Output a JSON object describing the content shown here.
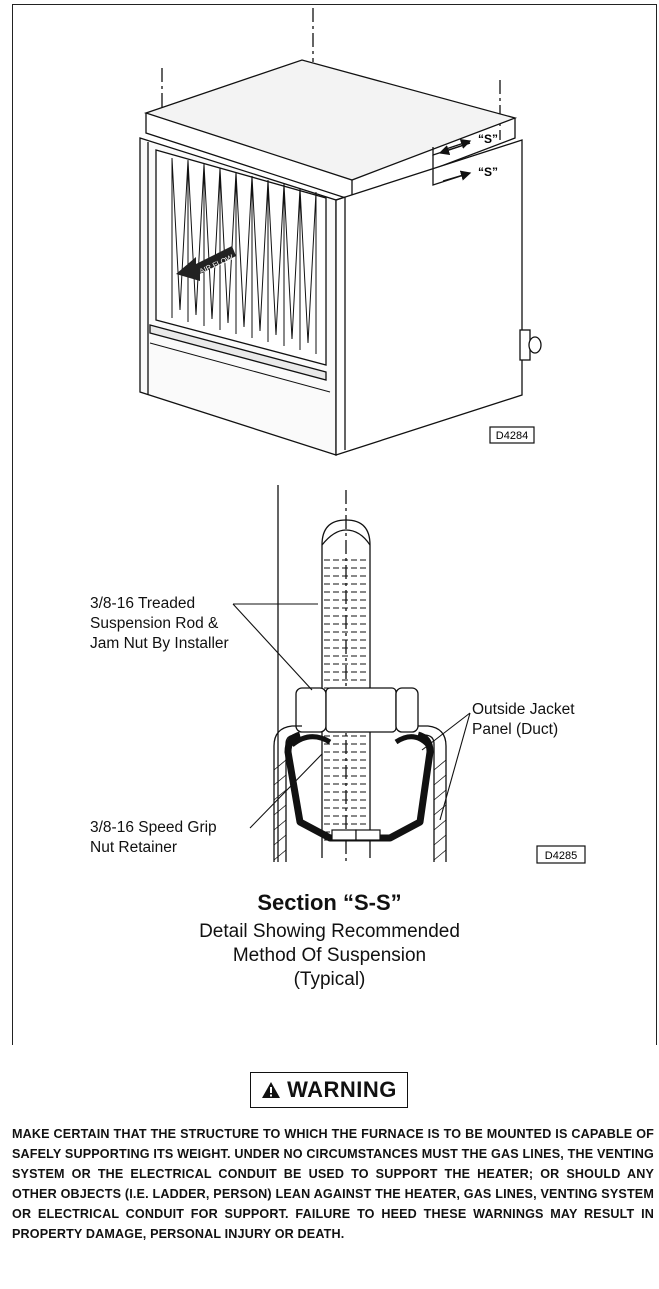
{
  "isometric_view": {
    "airflow_label": "AIR FLOW",
    "section_marker_1": "“S”",
    "section_marker_2": "“S”",
    "drawing_number": "D4284"
  },
  "section_view": {
    "callouts": {
      "rod_line1": "3/8-16 Treaded",
      "rod_line2": "Suspension Rod &",
      "rod_line3": "Jam Nut By Installer",
      "jacket_line1": "Outside Jacket",
      "jacket_line2": "Panel (Duct)",
      "nut_line1": "3/8-16 Speed Grip",
      "nut_line2": "Nut Retainer"
    },
    "drawing_number": "D4285"
  },
  "caption": {
    "title": "Section “S-S”",
    "line1": "Detail Showing Recommended",
    "line2": "Method Of Suspension",
    "line3": "(Typical)"
  },
  "warning": {
    "label": "WARNING",
    "icon": "warning-triangle-icon",
    "text": "MAKE CERTAIN THAT THE STRUCTURE TO WHICH THE FURNACE IS TO BE MOUNTED IS CAPABLE OF SAFELY SUPPORTING ITS WEIGHT. UNDER NO CIRCUMSTANCES MUST THE GAS LINES, THE VENTING SYSTEM OR THE ELECTRICAL CONDUIT BE USED TO SUPPORT THE HEATER; OR SHOULD ANY OTHER OBJECTS (I.E. LADDER, PERSON) LEAN AGAINST THE HEATER, GAS LINES, VENTING SYSTEM OR ELECTRICAL CONDUIT FOR SUPPORT. FAILURE TO HEED THESE WARNINGS MAY RESULT IN PROPERTY DAMAGE, PERSONAL INJURY OR DEATH."
  }
}
